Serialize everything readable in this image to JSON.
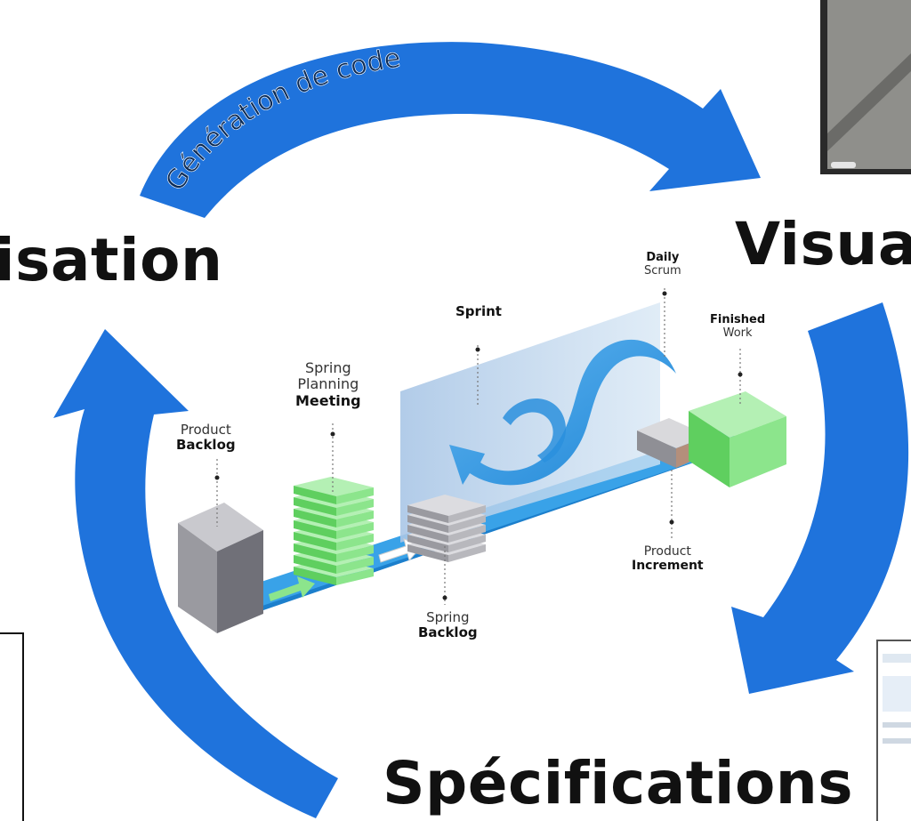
{
  "cycle": {
    "top_arrow_text": "Génération de code",
    "left_stage": "isation",
    "right_stage": "Visual",
    "bottom_stage": "Spécifications",
    "arrow_color": "#1f73dc"
  },
  "scrum": {
    "product_backlog": {
      "light": "Product",
      "strong": "Backlog"
    },
    "planning": {
      "light1": "Spring",
      "light2": "Planning",
      "strong": "Meeting"
    },
    "sprint_backlog": {
      "light": "Spring",
      "strong": "Backlog"
    },
    "sprint": {
      "strong": "Sprint"
    },
    "daily": {
      "strong": "Daily",
      "light": "Scrum"
    },
    "finished": {
      "strong": "Finished",
      "light": "Work"
    },
    "increment": {
      "light": "Product",
      "strong": "Increment"
    },
    "colors": {
      "conveyor": "#2f97e0",
      "green": "#8ce58c",
      "grey": "#9a9aa0",
      "pane": "#b9d3ea"
    }
  }
}
